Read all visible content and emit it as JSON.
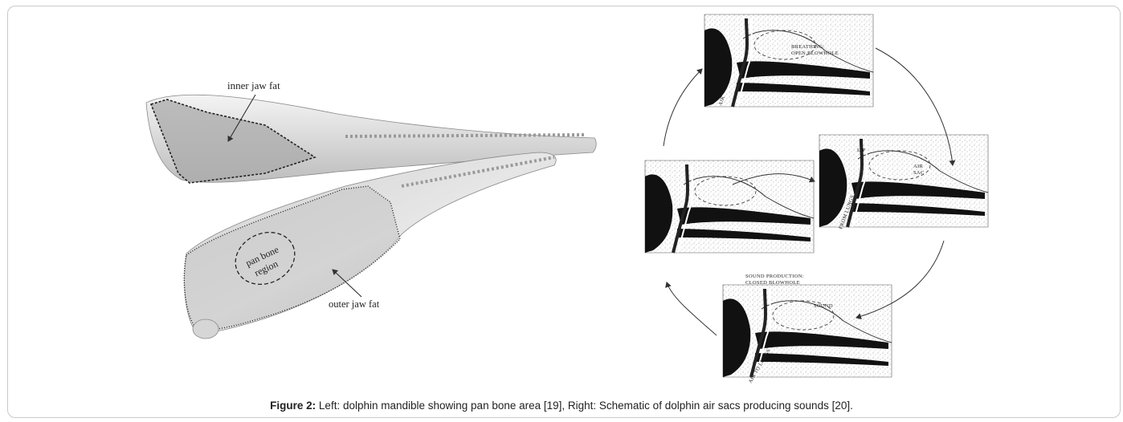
{
  "figure": {
    "caption_label": "Figure 2:",
    "caption_text": " Left: dolphin mandible showing pan bone area [19], Right: Schematic of dolphin air sacs producing sounds [20].",
    "left_panel": {
      "inner_label": "inner jaw fat",
      "pan_bone_line1": "pan bone",
      "pan_bone_line2": "region",
      "outer_label": "outer jaw fat"
    },
    "right_panel": {
      "top_label_line1": "BREATHING:",
      "top_label_line2": "OPEN BLOWHOLE",
      "top_air": "AIR",
      "right_lip": "LIP",
      "right_air": "AIR",
      "right_sac": "SAC",
      "right_lungs": "FROM LUNGS",
      "bottom_label_line1": "SOUND PRODUCTION:",
      "bottom_label_line2": "CLOSED BLOWHOLE",
      "bottom_sound": "SOUND",
      "bottom_lungs": "AIR TO LUNGS"
    }
  }
}
